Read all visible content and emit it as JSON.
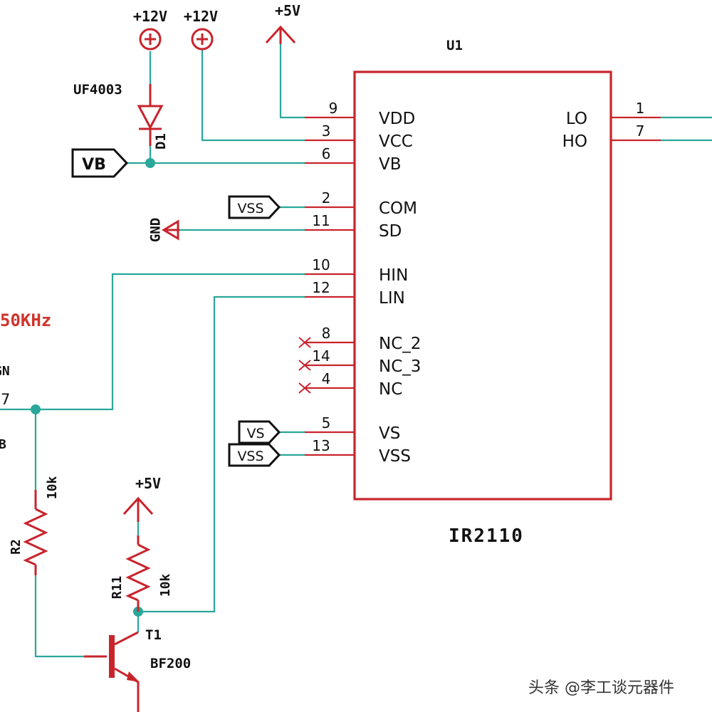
{
  "chip": {
    "ref": "U1",
    "part": "IR2110",
    "left_pins": [
      {
        "num": "9",
        "name": "VDD"
      },
      {
        "num": "3",
        "name": "VCC"
      },
      {
        "num": "6",
        "name": "VB"
      },
      {
        "num": "2",
        "name": "COM"
      },
      {
        "num": "11",
        "name": "SD"
      },
      {
        "num": "10",
        "name": "HIN"
      },
      {
        "num": "12",
        "name": "LIN"
      },
      {
        "num": "8",
        "name": "NC_2"
      },
      {
        "num": "14",
        "name": "NC_3"
      },
      {
        "num": "4",
        "name": "NC"
      },
      {
        "num": "5",
        "name": "VS"
      },
      {
        "num": "13",
        "name": "VSS"
      }
    ],
    "right_pins": [
      {
        "num": "1",
        "name": "LO"
      },
      {
        "num": "7",
        "name": "HO"
      }
    ]
  },
  "power": {
    "p12v_a": "+12V",
    "p12v_b": "+12V",
    "p5v_top": "+5V",
    "p5v_low": "+5V",
    "gnd": "GND"
  },
  "net_labels": {
    "vb": "VB",
    "vss_com": "VSS",
    "vs": "VS",
    "vss_13": "VSS"
  },
  "components": {
    "diode_part": "UF4003",
    "diode_ref": "D1",
    "r2_ref": "R2",
    "r2_value": "10k",
    "r11_ref": "R11",
    "r11_value": "10k",
    "t1_ref": "T1",
    "t1_part": "BF200"
  },
  "clipped": {
    "freq": "50KHz",
    "gn": "GN",
    "seven": "7",
    "b": "B"
  },
  "watermark": "头条 @李工谈元器件"
}
